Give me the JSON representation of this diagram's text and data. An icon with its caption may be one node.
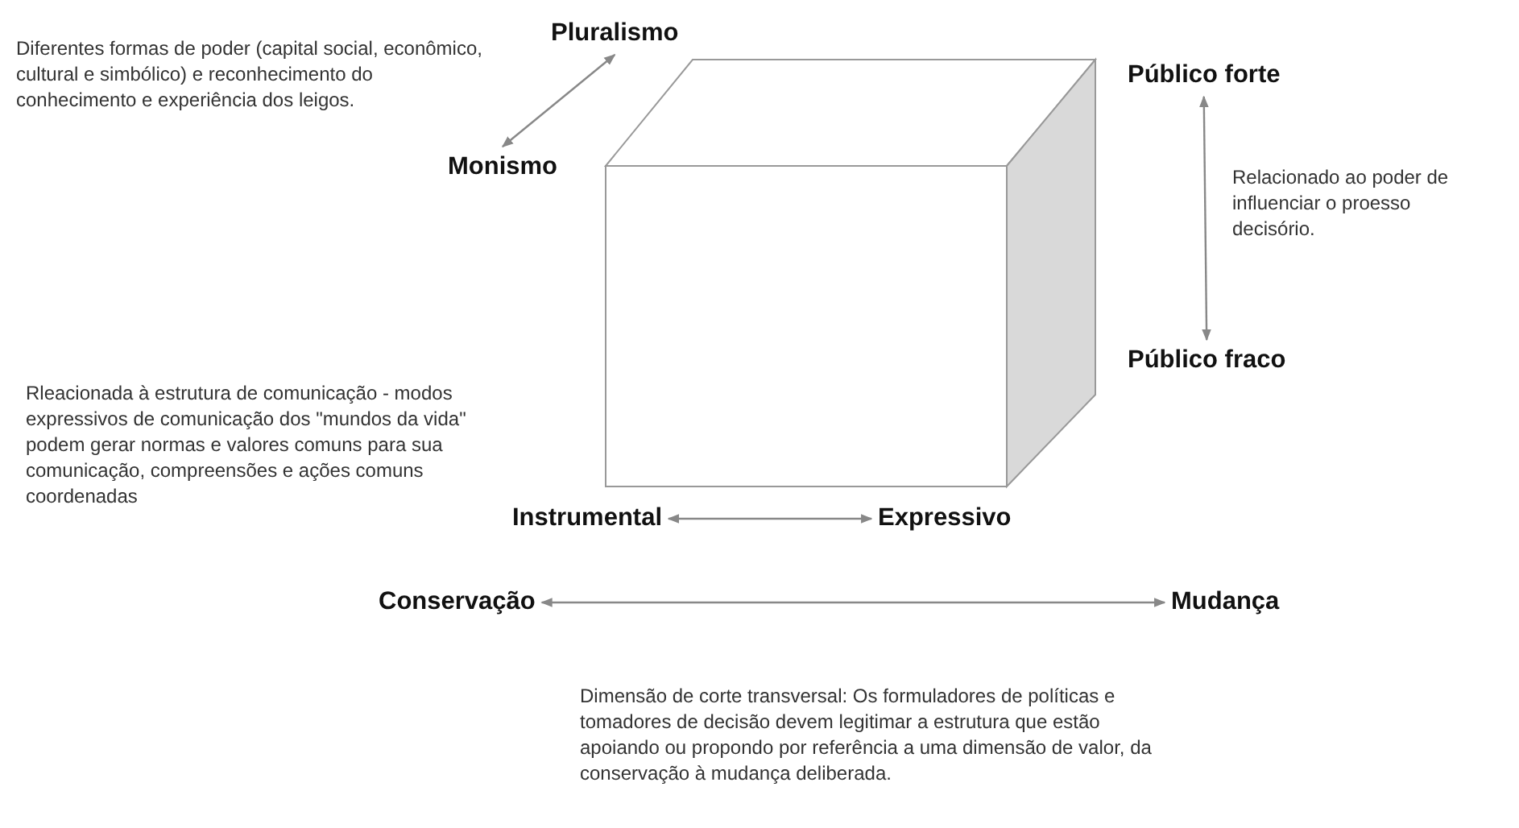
{
  "diagram": {
    "nodes": [
      {
        "text": [
          "Pluralismo"
        ]
      },
      {
        "text": [
          "Monismo"
        ]
      },
      {
        "text": [
          "Público forte"
        ]
      },
      {
        "text": [
          "Público fraco"
        ]
      },
      {
        "text": [
          "Instrumental"
        ]
      },
      {
        "text": [
          "Expressivo"
        ]
      },
      {
        "text": [
          "Conservação"
        ]
      },
      {
        "text": [
          "Mudança"
        ]
      }
    ],
    "edges": [
      {
        "from": 0,
        "to": 1,
        "arrow": "both"
      },
      {
        "from": 2,
        "to": 3,
        "arrow": "both"
      },
      {
        "from": 4,
        "to": 5,
        "arrow": "both"
      },
      {
        "from": 6,
        "to": 7,
        "arrow": "both"
      }
    ],
    "labels": [
      "Diferentes formas de poder (capital social, econômico, cultural e simbólico) e reconhecimento do conhecimento e experiência dos leigos.",
      "Relacionado ao poder de influenciar o proesso decisório.",
      "Rleacionada à estrutura de comunicação - modos expressivos de comunicação dos \"mundos da vida\" podem gerar normas e valores comuns para sua comunicação, compreensões e ações comuns coordenadas",
      "Dimensão de corte transversal: Os formuladores de políticas e tomadores de decisão devem legitimar a estrutura que estão apoiando ou propondo por referência a uma dimensão de valor, da conservação à mudança deliberada."
    ]
  }
}
